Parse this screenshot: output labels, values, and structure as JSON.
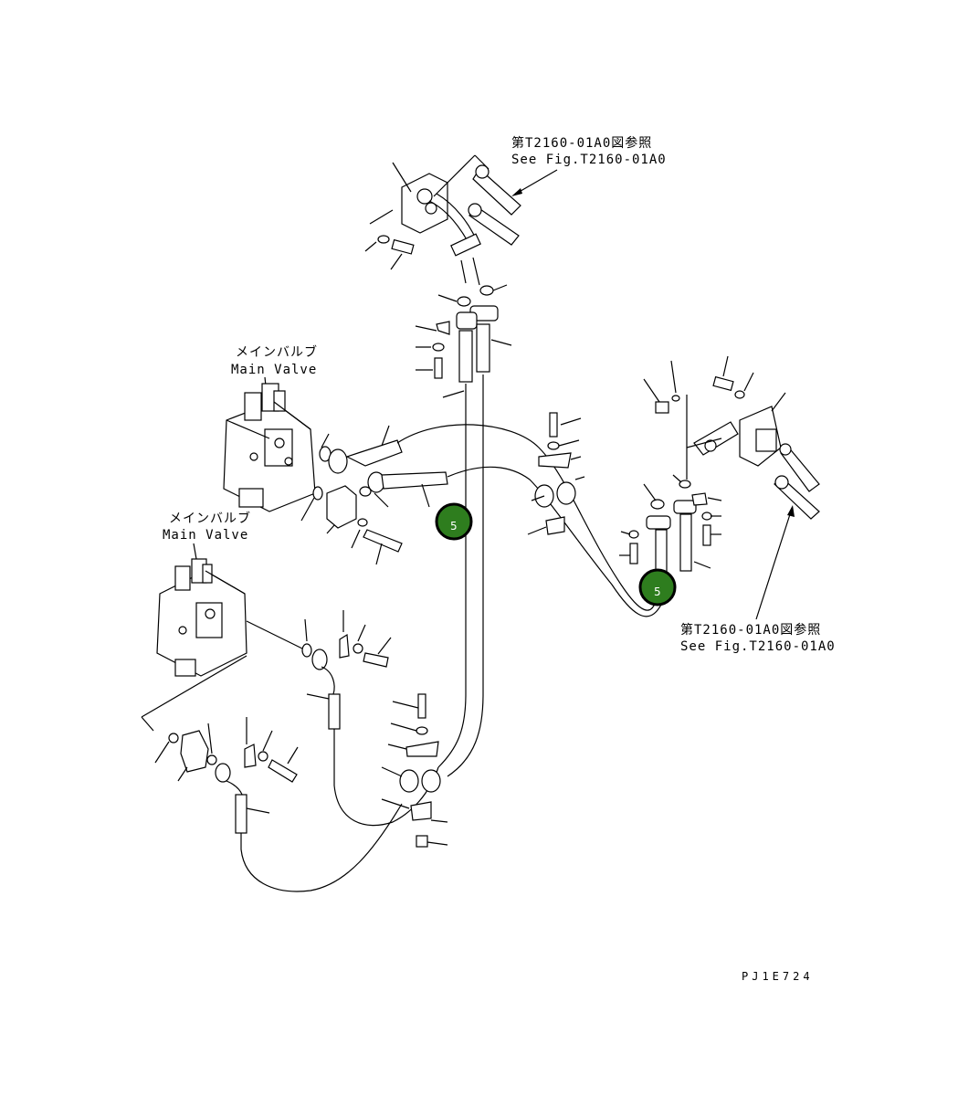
{
  "references": {
    "top_ja": "第T2160-01A0図参照",
    "top_en": "See Fig.T2160-01A0",
    "right_ja": "第T2160-01A0図参照",
    "right_en": "See Fig.T2160-01A0"
  },
  "main_valve_upper": {
    "ja": "メインバルブ",
    "en": "Main Valve"
  },
  "main_valve_lower": {
    "ja": "メインバルブ",
    "en": "Main Valve"
  },
  "callouts": [
    {
      "number": "5",
      "color": "#2e7d1e"
    },
    {
      "number": "5",
      "color": "#2e7d1e"
    }
  ],
  "drawing_code": "PJ1E724"
}
